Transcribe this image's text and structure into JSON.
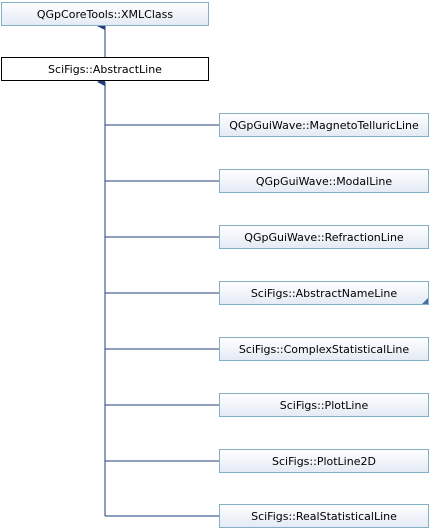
{
  "diagram": {
    "base_class": {
      "label": "QGpCoreTools::XMLClass"
    },
    "current_class": {
      "label": "SciFigs::AbstractLine"
    },
    "derived_classes": [
      {
        "label": "QGpGuiWave::MagnetoTelluricLine",
        "has_more": false
      },
      {
        "label": "QGpGuiWave::ModalLine",
        "has_more": false
      },
      {
        "label": "QGpGuiWave::RefractionLine",
        "has_more": false
      },
      {
        "label": "SciFigs::AbstractNameLine",
        "has_more": true
      },
      {
        "label": "SciFigs::ComplexStatisticalLine",
        "has_more": false
      },
      {
        "label": "SciFigs::PlotLine",
        "has_more": false
      },
      {
        "label": "SciFigs::PlotLine2D",
        "has_more": false
      },
      {
        "label": "SciFigs::RealStatisticalLine",
        "has_more": false
      }
    ],
    "colors": {
      "edge": "#1f3d7a",
      "node_border_linked": "#84b0c7",
      "node_border_current": "#000000",
      "node_fill": "#e4ebf5",
      "fold_mark": "#4a6fa5"
    }
  }
}
